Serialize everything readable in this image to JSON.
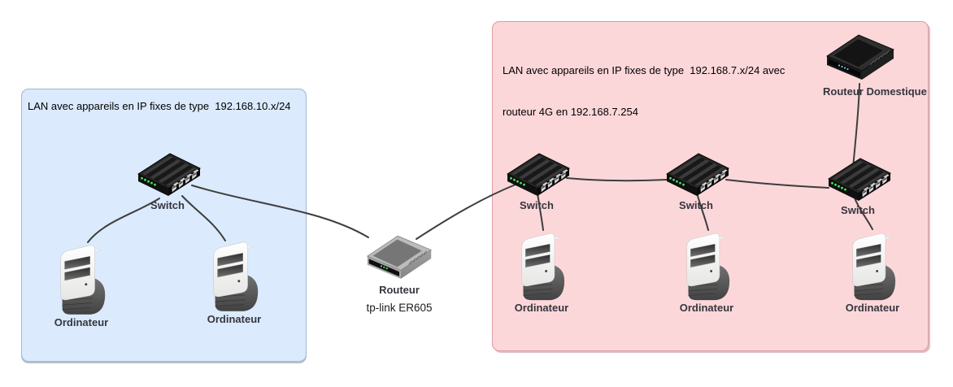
{
  "groups": {
    "blue_lan": {
      "label": "LAN avec appareils en IP fixes de type  192.168.10.x/24",
      "fill": "#dbeafc",
      "border": "#9db8d2"
    },
    "pink_lan": {
      "label_line1": "LAN avec appareils en IP fixes de type  192.168.7.x/24 avec",
      "label_line2": "routeur 4G en 192.168.7.254",
      "fill": "#fcd7da",
      "border": "#dd9aa3"
    }
  },
  "nodes": {
    "switch_blue": {
      "label": "Switch",
      "type": "switch"
    },
    "computer_blue_1": {
      "label": "Ordinateur",
      "type": "computer"
    },
    "computer_blue_2": {
      "label": "Ordinateur",
      "type": "computer"
    },
    "router_er605": {
      "label": "Routeur",
      "sublabel": "tp-link ER605",
      "type": "router"
    },
    "switch_pink_1": {
      "label": "Switch",
      "type": "switch"
    },
    "switch_pink_2": {
      "label": "Switch",
      "type": "switch"
    },
    "switch_pink_3": {
      "label": "Switch",
      "type": "switch"
    },
    "computer_pink_1": {
      "label": "Ordinateur",
      "type": "computer"
    },
    "computer_pink_2": {
      "label": "Ordinateur",
      "type": "computer"
    },
    "computer_pink_3": {
      "label": "Ordinateur",
      "type": "computer"
    },
    "router_domestique": {
      "label": "Routeur Domestique",
      "type": "router-4g"
    }
  },
  "links": [
    {
      "from": "switch_blue",
      "to": "computer_blue_1"
    },
    {
      "from": "switch_blue",
      "to": "computer_blue_2"
    },
    {
      "from": "switch_blue",
      "to": "router_er605"
    },
    {
      "from": "router_er605",
      "to": "switch_pink_1"
    },
    {
      "from": "switch_pink_1",
      "to": "switch_pink_2"
    },
    {
      "from": "switch_pink_1",
      "to": "computer_pink_1"
    },
    {
      "from": "switch_pink_2",
      "to": "computer_pink_2"
    },
    {
      "from": "switch_pink_2",
      "to": "switch_pink_3"
    },
    {
      "from": "switch_pink_3",
      "to": "computer_pink_3"
    },
    {
      "from": "router_domestique",
      "to": "switch_pink_3"
    }
  ],
  "link_color": "#3d3d3d"
}
